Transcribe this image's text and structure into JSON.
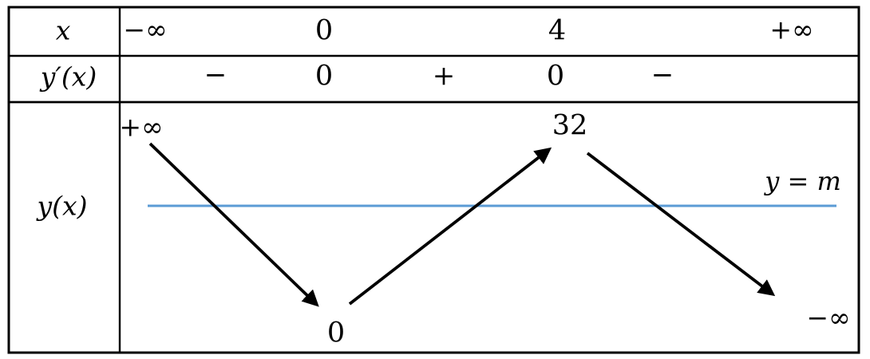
{
  "x_row": {
    "label": "x",
    "ticks": [
      "−∞",
      "0",
      "4",
      "+∞"
    ]
  },
  "derivative_row": {
    "label": "y′(x)",
    "signs": [
      "−",
      "0",
      "+",
      "0",
      "−"
    ]
  },
  "variation_row": {
    "label": "y(x)",
    "left_limit": "+∞",
    "minimum": "0",
    "maximum": "32",
    "right_limit": "−∞",
    "m_line_label": "y = m"
  },
  "colors": {
    "ink": "#000000",
    "m_line": "#5B9BD5"
  }
}
